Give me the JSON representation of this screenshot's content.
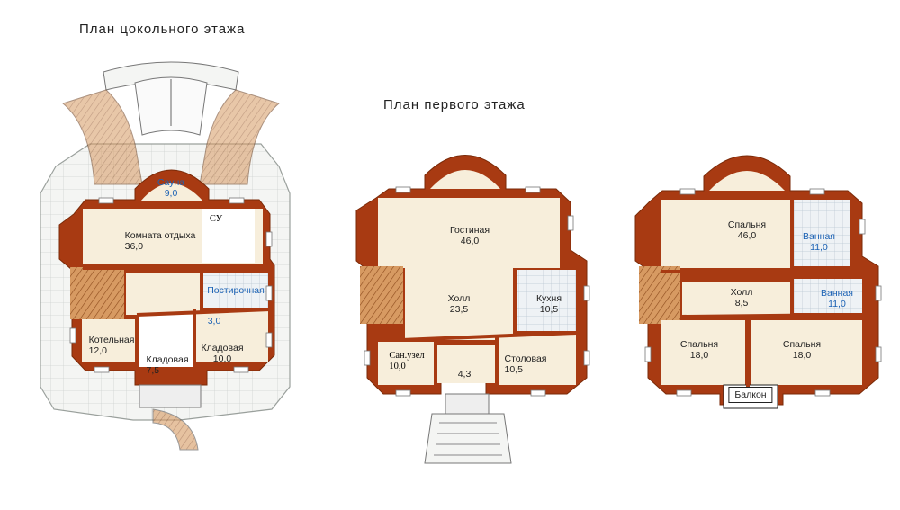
{
  "basement": {
    "title": "План цокольного этажа",
    "rooms": {
      "sauna": {
        "name": "Сауна",
        "area": "9,0"
      },
      "su": {
        "name": "СУ"
      },
      "rest_room": {
        "name": "Комната отдыха",
        "area": "36,0"
      },
      "laundry": {
        "name": "Постирочная",
        "area": "3,0"
      },
      "boiler": {
        "name": "Котельная",
        "area": "12,0"
      },
      "pantry_small": {
        "name": "Кладовая",
        "area": "7,5"
      },
      "pantry": {
        "name": "Кладовая",
        "area": "10,0"
      }
    }
  },
  "first_floor": {
    "title": "План первого этажа",
    "rooms": {
      "living": {
        "name": "Гостиная",
        "area": "46,0"
      },
      "hall": {
        "name": "Холл",
        "area": "23,5"
      },
      "kitchen": {
        "name": "Кухня",
        "area": "10,5"
      },
      "bathroom": {
        "name": "Сан.узел",
        "area": "10,0"
      },
      "vestibule": {
        "area": "4,3"
      },
      "dining": {
        "name": "Столовая",
        "area": "10,5"
      }
    }
  },
  "second_floor": {
    "rooms": {
      "bedroom_main": {
        "name": "Спальня",
        "area": "46,0"
      },
      "bath_1": {
        "name": "Ванная",
        "area": "11,0"
      },
      "hall": {
        "name": "Холл",
        "area": "8,5"
      },
      "bath_2": {
        "name": "Ванная",
        "area": "11,0"
      },
      "bedroom_left": {
        "name": "Спальня",
        "area": "18,0"
      },
      "bedroom_right": {
        "name": "Спальня",
        "area": "18,0"
      },
      "balcony": {
        "name": "Балкон"
      }
    }
  },
  "colors": {
    "wall": "#a83a12",
    "wall_dark": "#7a2a08",
    "room_fill": "#f7eedb",
    "terrace": "#f4f5f3",
    "tile_grid": "#cfd3d0",
    "stair": "#c98a52",
    "wet_room": "#e6edf3",
    "label_blue": "#1d63b5"
  }
}
